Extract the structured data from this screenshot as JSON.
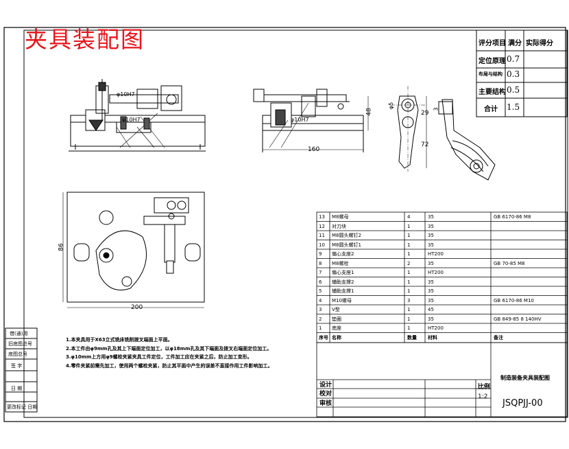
{
  "title": "夹具装配图",
  "score_table": {
    "headers": [
      "评分项目",
      "满分",
      "实际得分"
    ],
    "rows": [
      {
        "item": "定位原理",
        "full": "0.7"
      },
      {
        "item": "布局与结构",
        "full": "0.3"
      },
      {
        "item": "主要结构",
        "full": "0.5"
      },
      {
        "item": "合计",
        "full": "1.5"
      }
    ]
  },
  "dimensions": {
    "d1": "φ10H7",
    "d2": "φ10H7",
    "d3": "φ10H7",
    "width_160": "160",
    "height_48": "48",
    "d4": "φ5",
    "d5": "29",
    "d6": "72",
    "d7": "3",
    "width_200": "200",
    "height_86": "86"
  },
  "bom": {
    "rows": [
      {
        "no": "13",
        "name": "M8螺母",
        "qty": "4",
        "mat": "35",
        "note": "GB 6170-86 M8"
      },
      {
        "no": "12",
        "name": "对刀块",
        "qty": "1",
        "mat": "35",
        "note": ""
      },
      {
        "no": "11",
        "name": "M8圆头螺钉2",
        "qty": "1",
        "mat": "35",
        "note": ""
      },
      {
        "no": "10",
        "name": "M8圆头螺钉1",
        "qty": "1",
        "mat": "35",
        "note": ""
      },
      {
        "no": "9",
        "name": "偏心支座2",
        "qty": "1",
        "mat": "HT200",
        "note": ""
      },
      {
        "no": "8",
        "name": "M8螺栓",
        "qty": "2",
        "mat": "35",
        "note": "GB 70-85 M8"
      },
      {
        "no": "7",
        "name": "偏心支座1",
        "qty": "1",
        "mat": "HT200",
        "note": ""
      },
      {
        "no": "6",
        "name": "辅助支撑2",
        "qty": "1",
        "mat": "35",
        "note": ""
      },
      {
        "no": "5",
        "name": "辅助支撑1",
        "qty": "1",
        "mat": "35",
        "note": ""
      },
      {
        "no": "4",
        "name": "M10螺母",
        "qty": "3",
        "mat": "35",
        "note": "GB 6170-86 M10"
      },
      {
        "no": "3",
        "name": "V型",
        "qty": "1",
        "mat": "45",
        "note": ""
      },
      {
        "no": "2",
        "name": "垫圈",
        "qty": "1",
        "mat": "35",
        "note": "GB 849-85 8 140HV"
      },
      {
        "no": "1",
        "name": "底座",
        "qty": "1",
        "mat": "HT200",
        "note": ""
      }
    ],
    "header": {
      "no": "序号",
      "name": "名称",
      "qty": "数量",
      "mat": "材料",
      "note": "备注"
    }
  },
  "title_block": {
    "drawing_name": "制造装备夹具装配图",
    "design": "设计",
    "check": "校对",
    "review": "审核",
    "scale_label": "比例",
    "scale_value": "1:2",
    "drawing_no": "JSQPJJ-00"
  },
  "side_labels": [
    "借(通)用",
    "旧底图总号",
    "底图总号",
    "签 字",
    "日 期",
    "更改标记 日期"
  ],
  "notes": [
    "1.本夹具用于X63立式铣床铣削拨叉端面上平面。",
    "2.本工件由φ9mm孔及其上下端面定位加工，以φ18mm孔及其下端面及拨叉右端面定位加工。",
    "3.φ10mm上方用φ9螺栓夹紧夹具工件定位，工件加工应在夹紧之后，防止加工变形。",
    "4.零件夹紧前需先加工，使用两个螺栓夹紧，防止其平面中产生的误差不直接作用工件影响加工。"
  ]
}
